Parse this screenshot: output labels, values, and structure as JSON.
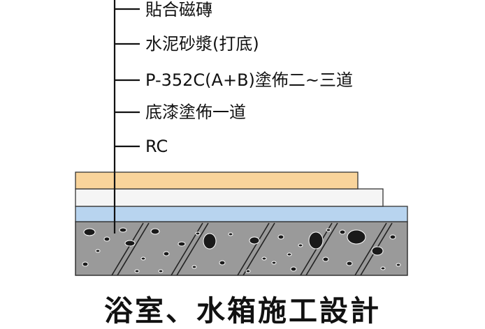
{
  "layers": [
    {
      "id": "tile",
      "label": "貼合磁磚"
    },
    {
      "id": "mortar",
      "label": "水泥砂漿(打底)"
    },
    {
      "id": "p352c",
      "label": "P-352C(A+B)塗佈二~三道"
    },
    {
      "id": "primer",
      "label": "底漆塗佈一道"
    },
    {
      "id": "rc",
      "label": "RC"
    }
  ],
  "caption": "浴室、水箱施工設計",
  "colors": {
    "tile": "#f9d49b",
    "mortar": "#f5f5f5",
    "coating": "#b8d4ef",
    "concrete": "#9a9a9a",
    "line": "#111111"
  }
}
